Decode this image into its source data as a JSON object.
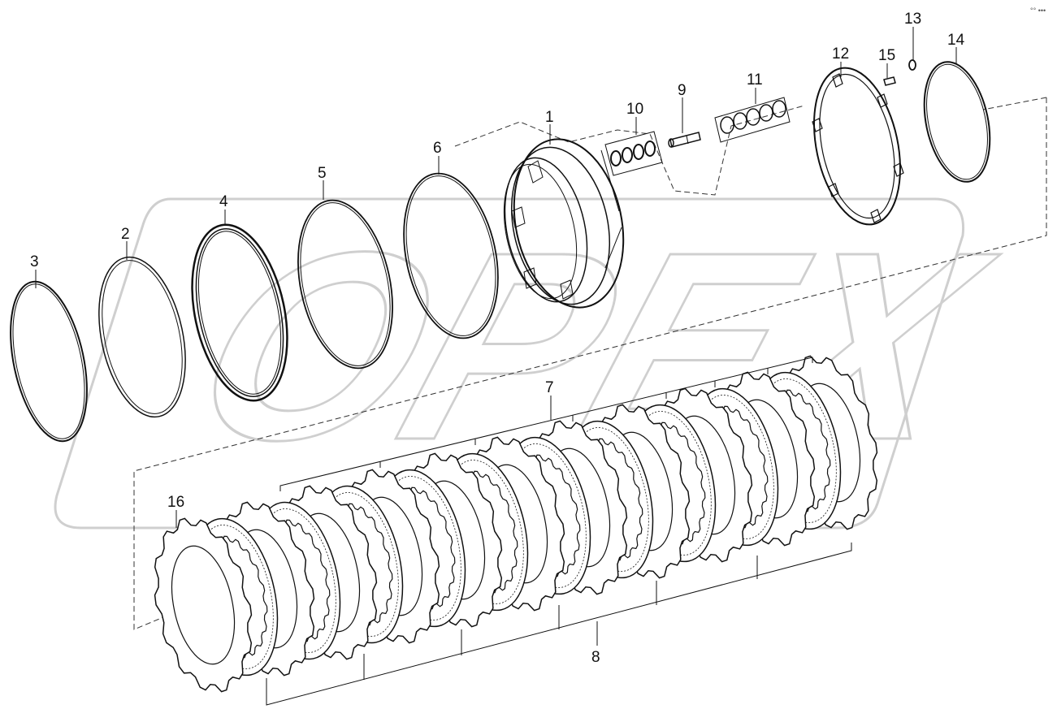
{
  "watermark": {
    "text": "OPEX",
    "color": "#cfcfcf"
  },
  "corner_mark": "°° •••",
  "callouts": [
    {
      "id": "1",
      "label": "1"
    },
    {
      "id": "2",
      "label": "2"
    },
    {
      "id": "3",
      "label": "3"
    },
    {
      "id": "4",
      "label": "4"
    },
    {
      "id": "5",
      "label": "5"
    },
    {
      "id": "6",
      "label": "6"
    },
    {
      "id": "7",
      "label": "7"
    },
    {
      "id": "8",
      "label": "8"
    },
    {
      "id": "9",
      "label": "9"
    },
    {
      "id": "10",
      "label": "10"
    },
    {
      "id": "11",
      "label": "11"
    },
    {
      "id": "12",
      "label": "12"
    },
    {
      "id": "13",
      "label": "13"
    },
    {
      "id": "14",
      "label": "14"
    },
    {
      "id": "15",
      "label": "15"
    },
    {
      "id": "16",
      "label": "16"
    }
  ],
  "clutch_pack": {
    "steel_plate_count": 11,
    "friction_plate_count": 10
  },
  "colors": {
    "line": "#111111",
    "background": "#ffffff"
  }
}
